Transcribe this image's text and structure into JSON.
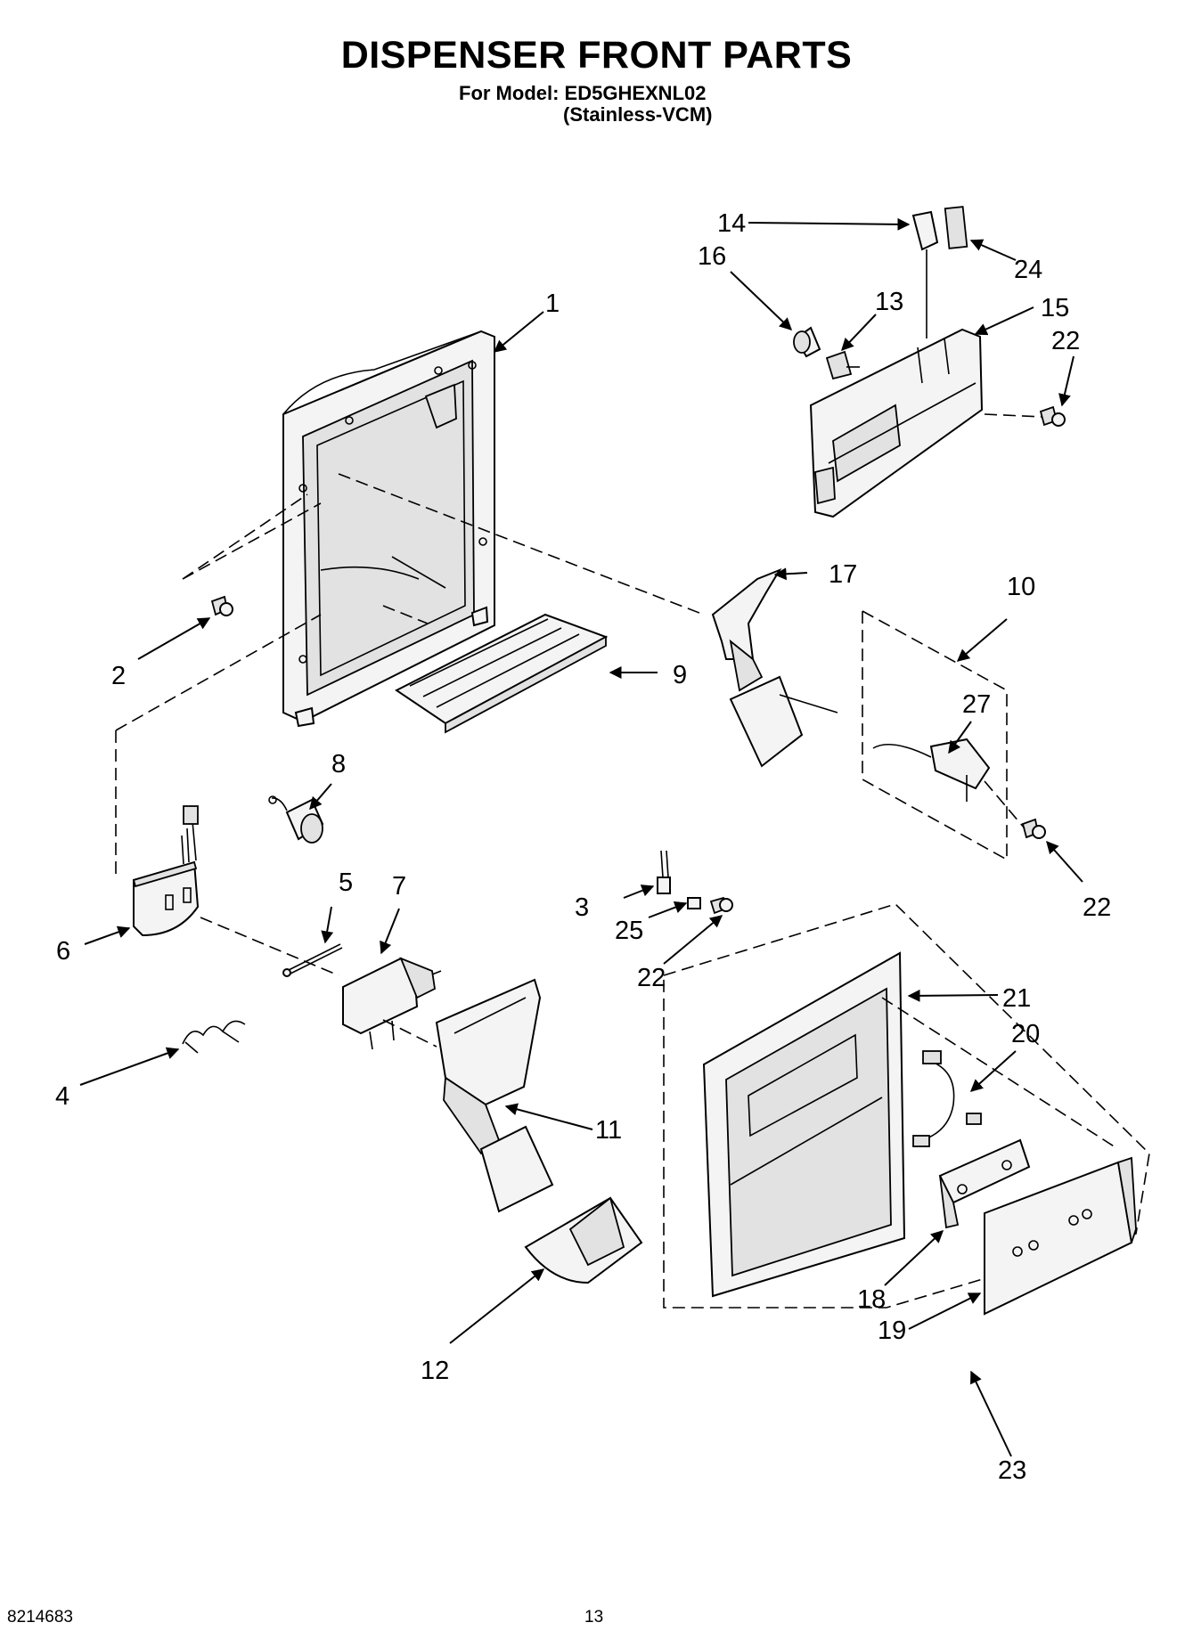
{
  "header": {
    "title": "DISPENSER FRONT PARTS",
    "model_line": "For Model: ED5GHEXNL02",
    "variant_line": "(Stainless-VCM)"
  },
  "footer": {
    "doc_number": "8214683",
    "page_number": "13"
  },
  "callouts": [
    "1",
    "2",
    "3",
    "4",
    "5",
    "6",
    "7",
    "8",
    "9",
    "10",
    "11",
    "12",
    "13",
    "14",
    "15",
    "16",
    "17",
    "18",
    "19",
    "20",
    "21",
    "22",
    "22",
    "22",
    "23",
    "24",
    "25",
    "27"
  ]
}
